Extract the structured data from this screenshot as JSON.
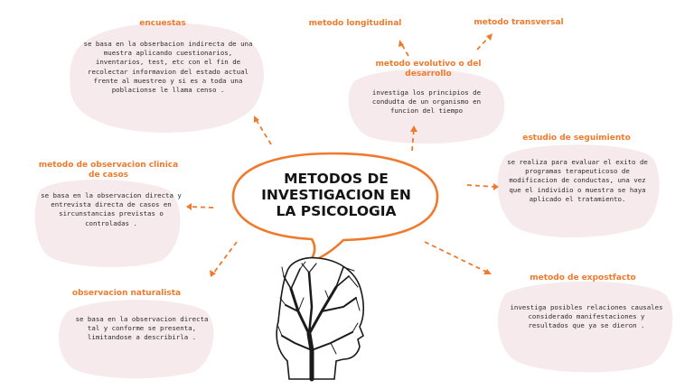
{
  "central_title": "METODOS DE INVESTIGACION EN LA PSICOLOGIA",
  "nodes": {
    "encuestas": {
      "title": "encuestas",
      "text": "se basa en la obserbacion indirecta de una muestra aplicando cuestionarios, inventarios, test, etc con el fin de recolectar informavion del estado actual frente al muestreo y si es a toda una poblacionse le llama censo ."
    },
    "longitudinal": {
      "title": "metodo longitudinal"
    },
    "transversal": {
      "title": "metodo transversal"
    },
    "evolutivo": {
      "title": "metodo evolutivo o del desarrollo",
      "text": "investiga los principios de condudta de un organismo en funcion del tiempo"
    },
    "seguimiento": {
      "title": "estudio de seguimiento",
      "text": "se realiza para evaluar el exito de programas terapeuticoso de modificacion de conductas, una vez que el individio o muestra se haya aplicado el tratamiento."
    },
    "clinica": {
      "title": "metodo de observacion clinica de casos",
      "text": "se basa en la observacion directa y entrevista directa de casos en sircunstancias previstas o controladas ."
    },
    "naturalista": {
      "title": "observacion naturalista",
      "text": "se basa en la observacion directa tal y conforme se presenta, limitandose a describirla ."
    },
    "expostfacto": {
      "title": "metodo de expostfacto",
      "text": "investiga posibles relaciones causales considerado manifestaciones y resultados que ya se dieron ."
    }
  },
  "colors": {
    "accent": "#f07a2c",
    "blob": "#f7eaec",
    "text": "#2b2b2b"
  }
}
